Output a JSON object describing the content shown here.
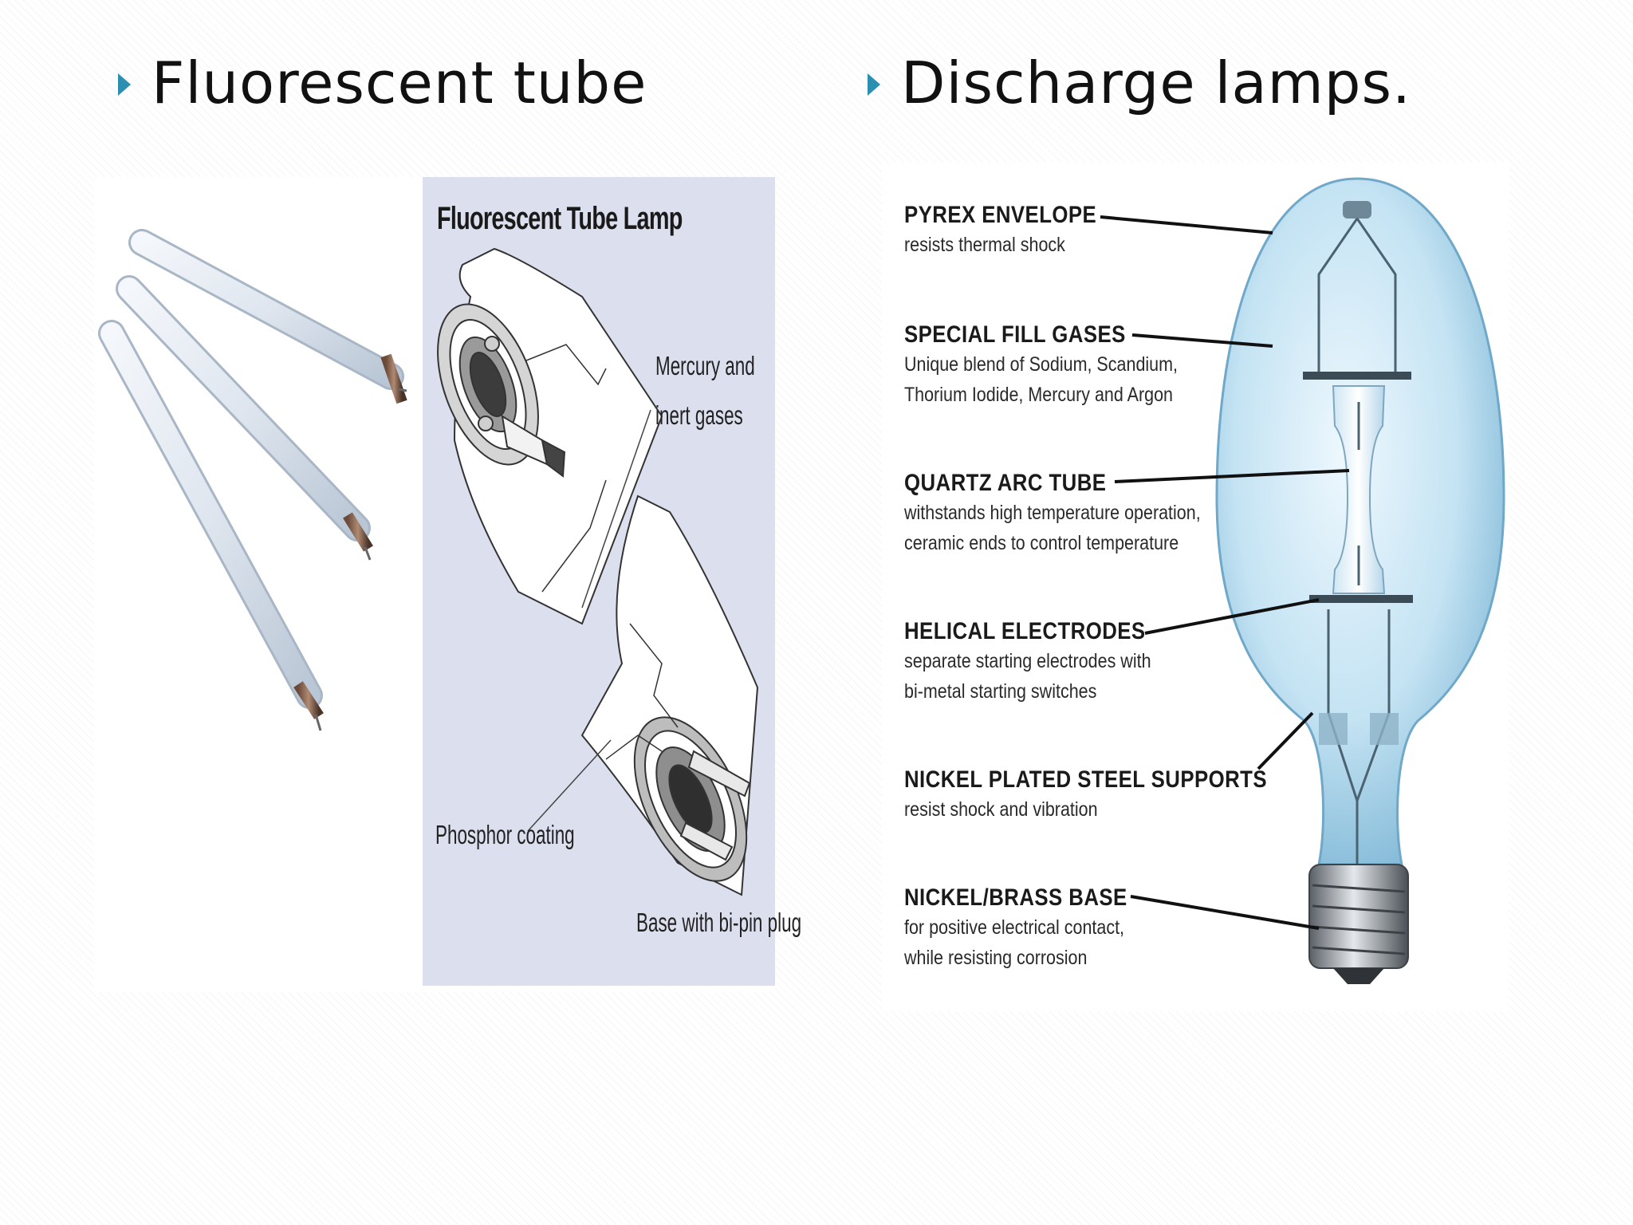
{
  "headings": {
    "left": "Fluorescent tube",
    "right": "Discharge lamps."
  },
  "fluorescent_diagram": {
    "title": "Fluorescent Tube Lamp",
    "label_gases_line1": "Mercury and",
    "label_gases_line2": "inert gases",
    "label_phosphor": "Phosphor coating",
    "label_base": "Base with bi-pin plug"
  },
  "discharge_lamp": {
    "callouts": [
      {
        "title": "PYREX ENVELOPE",
        "lines": [
          "resists thermal shock"
        ]
      },
      {
        "title": "SPECIAL FILL GASES",
        "lines": [
          "Unique blend of Sodium, Scandium,",
          "Thorium Iodide, Mercury and Argon"
        ]
      },
      {
        "title": "QUARTZ ARC TUBE",
        "lines": [
          "withstands high temperature operation,",
          "ceramic ends to control temperature"
        ]
      },
      {
        "title": "HELICAL ELECTRODES",
        "lines": [
          "separate starting electrodes with",
          "bi-metal starting switches"
        ]
      },
      {
        "title": "NICKEL PLATED STEEL SUPPORTS",
        "lines": [
          "resist shock and vibration"
        ]
      },
      {
        "title": "NICKEL/BRASS BASE",
        "lines": [
          "for positive electrical contact,",
          "while resisting corrosion"
        ]
      }
    ]
  },
  "colors": {
    "bullet": "#2a8fb0",
    "diagram_background": "#dcdfee",
    "bulb_glass": "#bfe0f2"
  }
}
